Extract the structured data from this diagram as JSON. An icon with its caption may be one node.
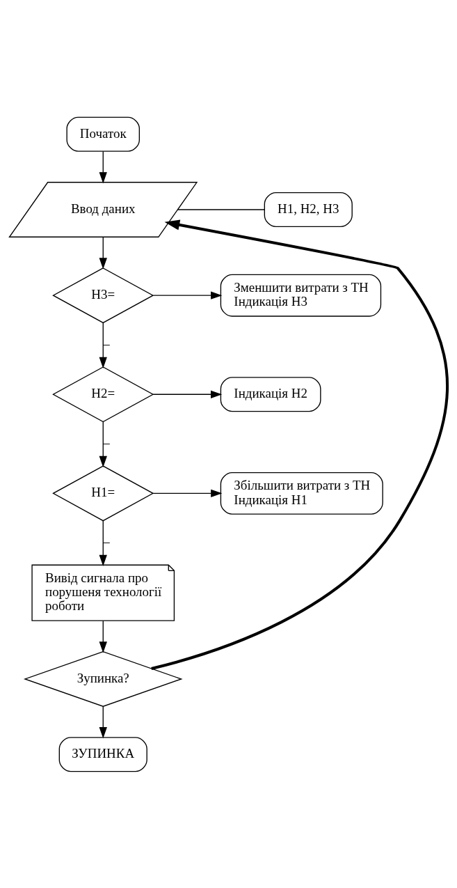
{
  "diagram": {
    "nodes": [
      {
        "text": [
          "Початок"
        ]
      },
      {
        "text": [
          "Ввод даних"
        ]
      },
      {
        "text": [
          "Н1, Н2, Н3"
        ]
      },
      {
        "text": [
          "Н3="
        ]
      },
      {
        "text": [
          "Зменшити витрати з ТН Індикація Н3"
        ]
      },
      {
        "text": [
          "Н2="
        ]
      },
      {
        "text": [
          "Індикація Н2"
        ]
      },
      {
        "text": [
          "Н1="
        ]
      },
      {
        "text": [
          "Збільшити витрати з ТН Індикація Н1"
        ]
      },
      {
        "text": [
          "Вивід сигнала про порушеня технології роботи"
        ]
      },
      {
        "text": [
          "Зупинка?"
        ]
      },
      {
        "text": [
          "ЗУПИНКА"
        ]
      }
    ],
    "edges": [
      {
        "from": 0,
        "to": 1,
        "arrow": "to"
      },
      {
        "from": 1,
        "to": 2,
        "arrow": "none"
      },
      {
        "from": 1,
        "to": 3,
        "arrow": "to"
      },
      {
        "from": 3,
        "to": 4,
        "arrow": "to"
      },
      {
        "from": 3,
        "to": 5,
        "arrow": "to",
        "label": "–"
      },
      {
        "from": 5,
        "to": 6,
        "arrow": "to"
      },
      {
        "from": 5,
        "to": 7,
        "arrow": "to",
        "label": "–"
      },
      {
        "from": 7,
        "to": 8,
        "arrow": "to"
      },
      {
        "from": 7,
        "to": 9,
        "arrow": "to",
        "label": "–"
      },
      {
        "from": 9,
        "to": 10,
        "arrow": "to"
      },
      {
        "from": 10,
        "to": 11,
        "arrow": "to"
      },
      {
        "from": 10,
        "to": 1,
        "arrow": "to",
        "style": "thick"
      }
    ]
  }
}
